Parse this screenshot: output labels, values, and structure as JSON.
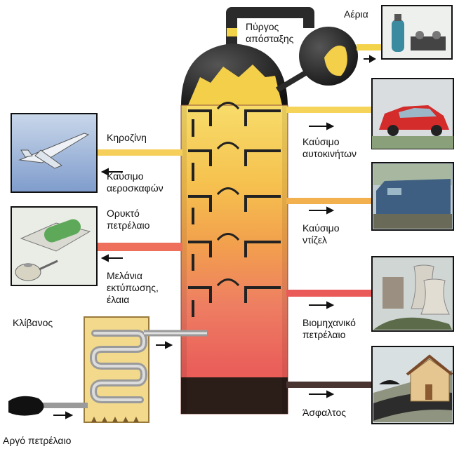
{
  "labels": {
    "tower": "Πύργος\nαπόσταξης",
    "gases": "Αέρια",
    "kerosene": "Κηροζίνη",
    "aviation_fuel": "Καύσιμο\nαεροσκαφών",
    "car_fuel": "Καύσιμο\nαυτοκινήτων",
    "mineral_oil": "Ορυκτό\nπετρέλαιο",
    "diesel": "Καύσιμο\nντίζελ",
    "inks_oils": "Μελάνια\nεκτύπωσης,\nέλαια",
    "furnace": "Κλίβανος",
    "industrial_oil": "Βιομηχανικό\nπετρέλαιο",
    "asphalt": "Άσφαλτος",
    "crude_oil": "Αργό πετρέλαιο"
  },
  "colors": {
    "fraction_1": "#f5d24a",
    "fraction_2": "#f7c34e",
    "fraction_3": "#f2a84a",
    "fraction_4": "#ee7f5a",
    "fraction_5": "#e85a5a",
    "residue": "#2b1d18",
    "dome": "#1c1c1c",
    "pipe": "#2a2a2a"
  },
  "icons": {
    "gas_product": "gas-cylinder-stove-icon",
    "aviation_product": "airplane-icon",
    "car_product": "red-car-icon",
    "diesel_product": "locomotive-icon",
    "mineral_oil_product": "oil-roll-can-icon",
    "industrial_product": "cooling-tower-factory-icon",
    "asphalt_product": "road-house-icon"
  }
}
